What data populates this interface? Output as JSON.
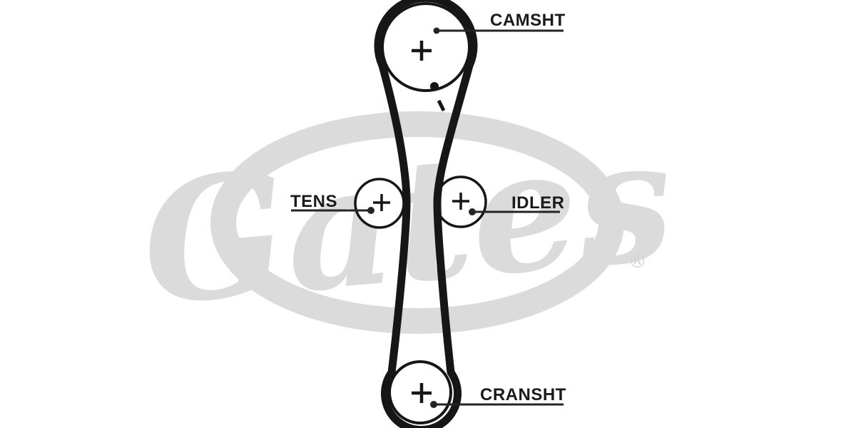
{
  "page": {
    "background_color": "#ffffff"
  },
  "watermark": {
    "brand": "Gates",
    "registered_symbol": "®",
    "color": "#dbdbdb"
  },
  "diagram": {
    "type": "timing-belt-routing",
    "labels": {
      "camshaft": "CAMSHT",
      "tensioner": "TENS",
      "idler": "IDLER",
      "crankshaft": "CRANSHT"
    },
    "colors": {
      "belt": "#161616",
      "pulley_outline": "#161616",
      "pulley_fill": "#ffffff",
      "leader_line": "#242424",
      "label_text": "#1b1b1b"
    }
  }
}
